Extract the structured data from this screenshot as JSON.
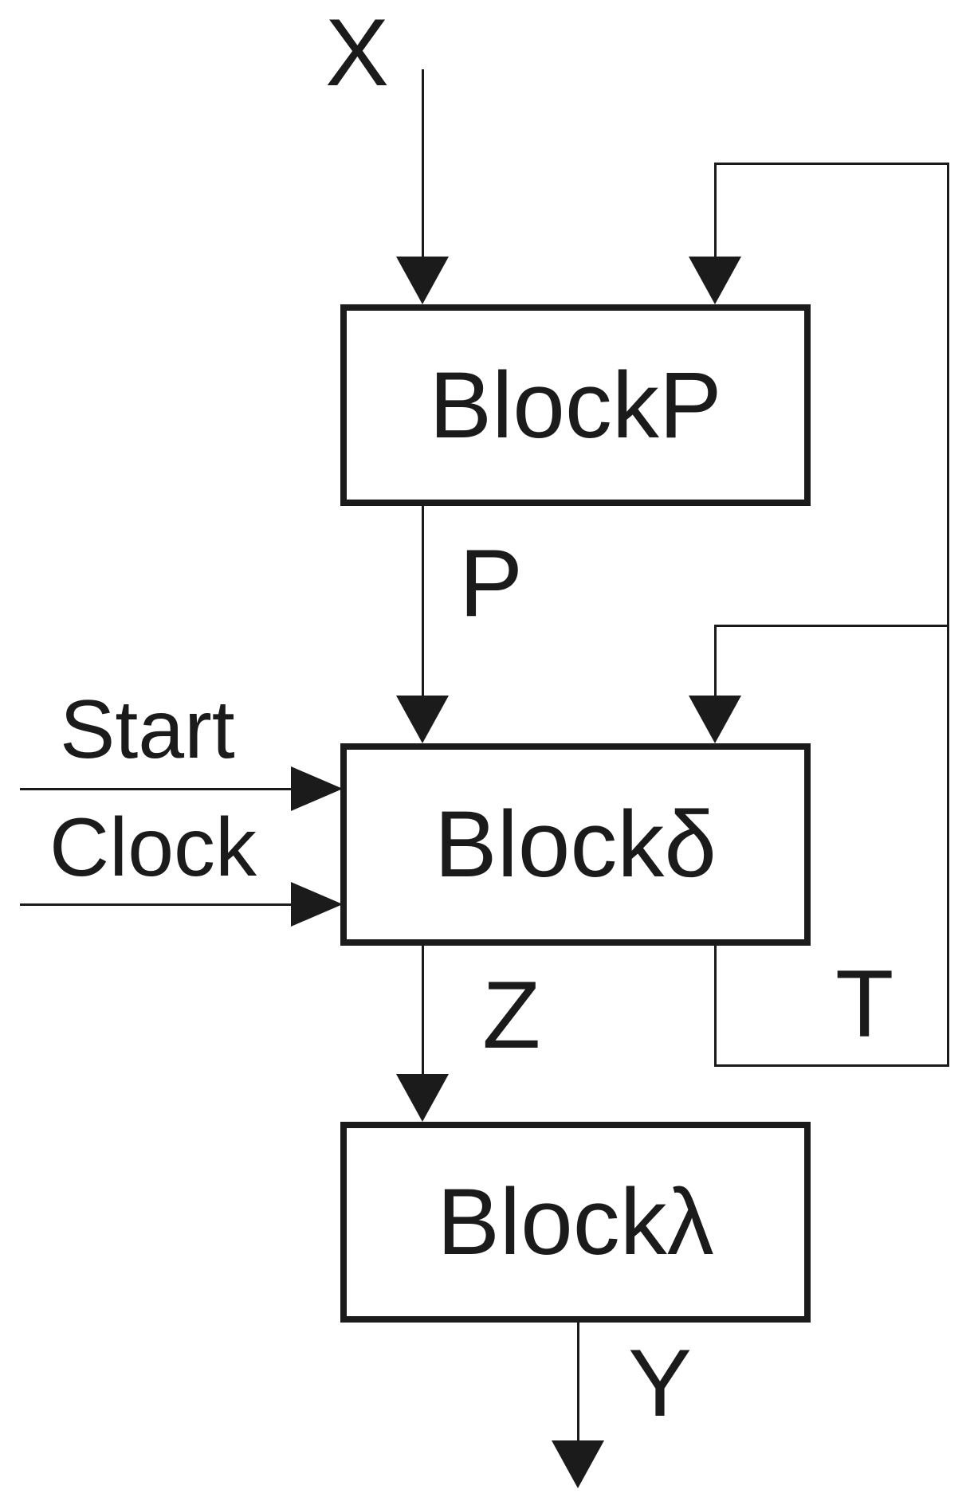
{
  "diagram": {
    "blocks": [
      {
        "id": "block-p",
        "label": "BlockP"
      },
      {
        "id": "block-delta",
        "label": "Blockδ"
      },
      {
        "id": "block-lambda",
        "label": "Blockλ"
      }
    ],
    "signals": {
      "x": "X",
      "p": "P",
      "z": "Z",
      "t": "T",
      "y": "Y",
      "start": "Start",
      "clock": "Clock"
    },
    "colors": {
      "ink": "#1b1b1b",
      "background": "#ffffff"
    }
  }
}
